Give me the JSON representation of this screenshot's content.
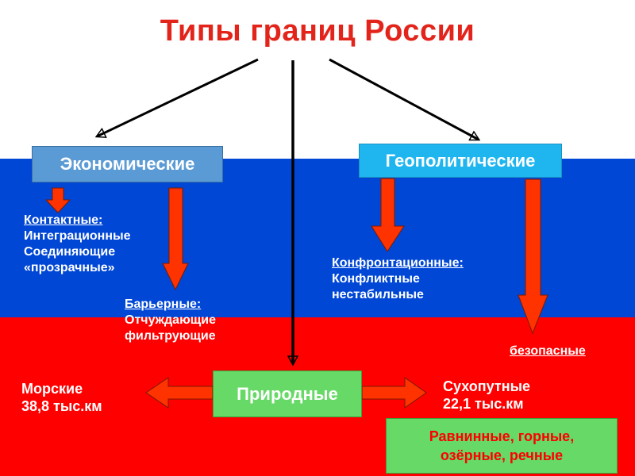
{
  "title": "Типы границ России",
  "colors": {
    "flag_white": "#ffffff",
    "flag_blue": "#0047d6",
    "flag_red": "#ff0000",
    "title": "#e3241b",
    "economic_box": "#5b9bd5",
    "geopolitical_box": "#1fb6f0",
    "natural_box": "#66d966",
    "block_arrow": "#ff3300"
  },
  "nodes": {
    "economic": "Экономические",
    "geopolitical": "Геополитические",
    "natural": "Природные"
  },
  "economic": {
    "contact": {
      "heading": "Контактные:",
      "lines": [
        "Интеграционные",
        "Соединяющие",
        "«прозрачные»"
      ]
    },
    "barrier": {
      "heading": "Барьерные:",
      "lines": [
        "Отчуждающие",
        "фильтрующие"
      ]
    }
  },
  "geopolitical": {
    "confrontation": {
      "heading": "Конфронтационные:",
      "lines": [
        "Конфликтные",
        "нестабильные"
      ]
    },
    "safe": "безопасные"
  },
  "natural": {
    "sea": {
      "name": "Морские",
      "length": "38,8 тыс.км"
    },
    "land": {
      "name": "Сухопутные",
      "length": "22,1 тыс.км"
    },
    "land_types": [
      "Равнинные, горные,",
      "озёрные, речные"
    ]
  }
}
